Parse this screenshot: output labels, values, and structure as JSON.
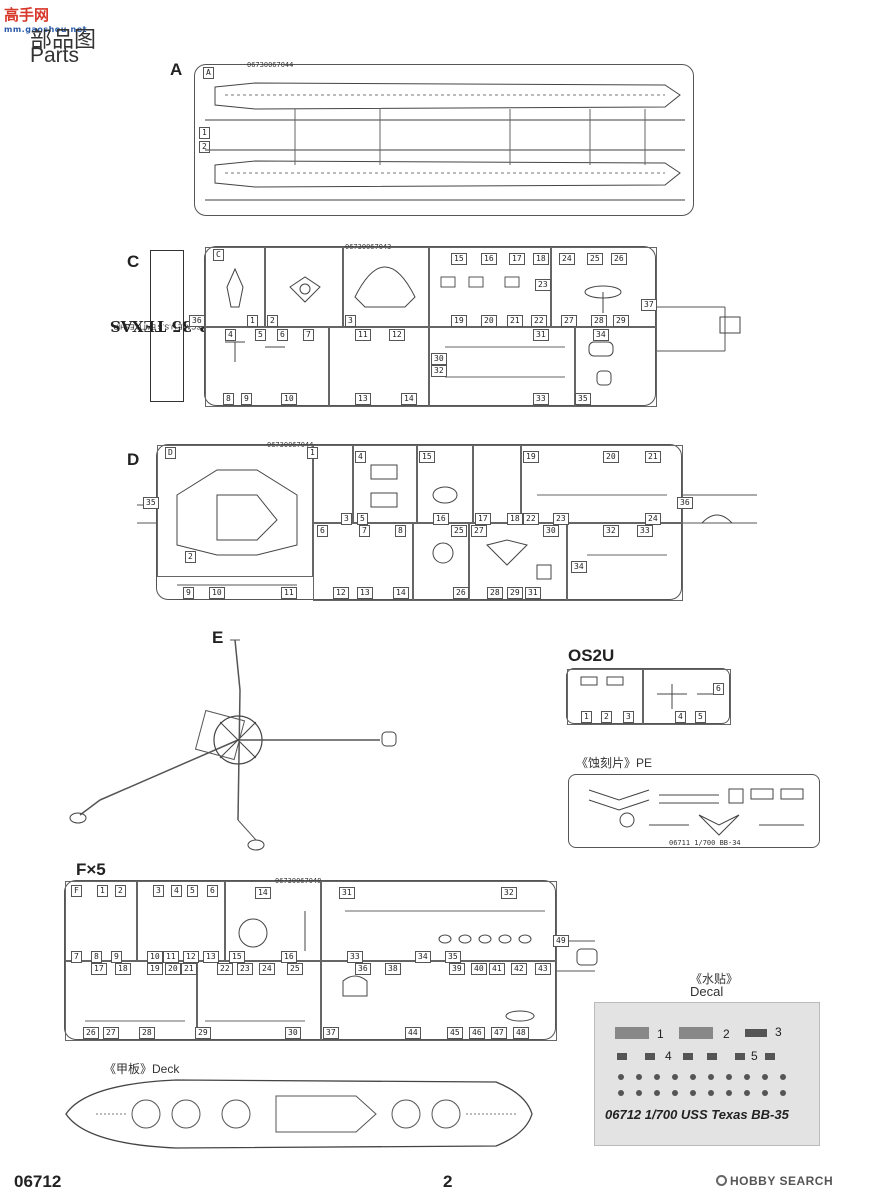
{
  "watermark": {
    "brand": "高手网",
    "url": "mm.gaoshou.net"
  },
  "header": {
    "title_cn": "部品图",
    "title_en": "Parts"
  },
  "sprues": {
    "A": {
      "letter": "A",
      "corner": "A",
      "code": "06730067044",
      "rows": [
        "1",
        "2"
      ]
    },
    "C": {
      "letter": "C",
      "corner": "C",
      "code": "06730067043",
      "parts": [
        "1",
        "2",
        "3",
        "4",
        "5",
        "6",
        "7",
        "8",
        "9",
        "10",
        "11",
        "12",
        "13",
        "14",
        "15",
        "16",
        "17",
        "18",
        "19",
        "20",
        "21",
        "22",
        "23",
        "24",
        "25",
        "26",
        "27",
        "28",
        "29",
        "30",
        "31",
        "32",
        "33",
        "34",
        "35",
        "36",
        "37"
      ]
    },
    "D": {
      "letter": "D",
      "corner": "D",
      "code": "06730067044",
      "parts": [
        "1",
        "2",
        "3",
        "4",
        "5",
        "6",
        "7",
        "8",
        "9",
        "10",
        "11",
        "12",
        "13",
        "14",
        "15",
        "16",
        "17",
        "18",
        "19",
        "20",
        "21",
        "22",
        "23",
        "24",
        "25",
        "26",
        "27",
        "28",
        "29",
        "30",
        "31",
        "32",
        "33",
        "34",
        "35",
        "36"
      ]
    },
    "E": {
      "letter": "E"
    },
    "F": {
      "letter": "F×5",
      "corner": "F",
      "code": "06730067048",
      "parts": [
        "1",
        "2",
        "3",
        "4",
        "5",
        "6",
        "7",
        "8",
        "9",
        "10",
        "11",
        "12",
        "13",
        "14",
        "15",
        "16",
        "17",
        "18",
        "19",
        "20",
        "21",
        "22",
        "23",
        "24",
        "25",
        "26",
        "27",
        "28",
        "29",
        "30",
        "31",
        "32",
        "33",
        "34",
        "35",
        "36",
        "37",
        "38",
        "39",
        "40",
        "41",
        "42",
        "43",
        "44",
        "45",
        "46",
        "47",
        "48",
        "49"
      ]
    },
    "OS2U": {
      "letter": "OS2U",
      "parts": [
        "1",
        "2",
        "3",
        "4",
        "5",
        "6"
      ]
    }
  },
  "label_box": {
    "line1": "1/700 SCALE U.S.S BATTLESHIP",
    "line2": "BB-35 TEXAS"
  },
  "pe": {
    "label": "《蚀刻片》PE",
    "code": "06711 1/700 BB-34"
  },
  "decal": {
    "label_cn": "《水贴》",
    "label_en": "Decal",
    "numbers": [
      "1",
      "2",
      "3",
      "4",
      "5"
    ],
    "caption": "06712 1/700 USS Texas BB-35"
  },
  "deck": {
    "label": "《甲板》Deck"
  },
  "footer": {
    "code": "06712",
    "page": "2",
    "brand": "HOBBY SEARCH"
  }
}
